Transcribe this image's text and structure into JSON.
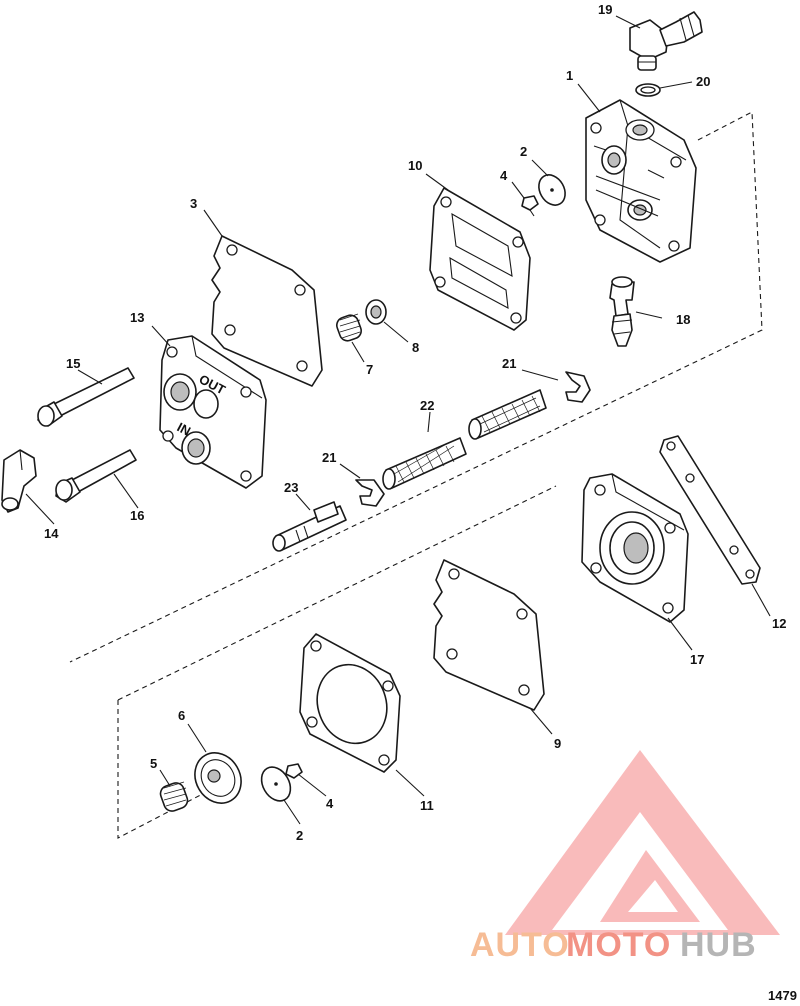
{
  "diagram": {
    "figure_number": "1479",
    "callouts": {
      "c1": "1",
      "c2a": "2",
      "c2b": "2",
      "c3": "3",
      "c4a": "4",
      "c4b": "4",
      "c5": "5",
      "c6": "6",
      "c7": "7",
      "c8": "8",
      "c9": "9",
      "c10": "10",
      "c11": "11",
      "c12": "12",
      "c13": "13",
      "c14": "14",
      "c15": "15",
      "c16": "16",
      "c17": "17",
      "c18": "18",
      "c19": "19",
      "c20": "20",
      "c21a": "21",
      "c21b": "21",
      "c22": "22",
      "c23": "23"
    },
    "cover_markings": {
      "out": "OUT",
      "in": "IN"
    }
  },
  "watermark": {
    "auto": "AUTO",
    "moto": "MOTO",
    "hub": "HUB",
    "colors": {
      "auto": "#f5b183",
      "moto": "#f08070",
      "hub": "#a9a9a9",
      "triangle": "#f26d6d"
    }
  }
}
